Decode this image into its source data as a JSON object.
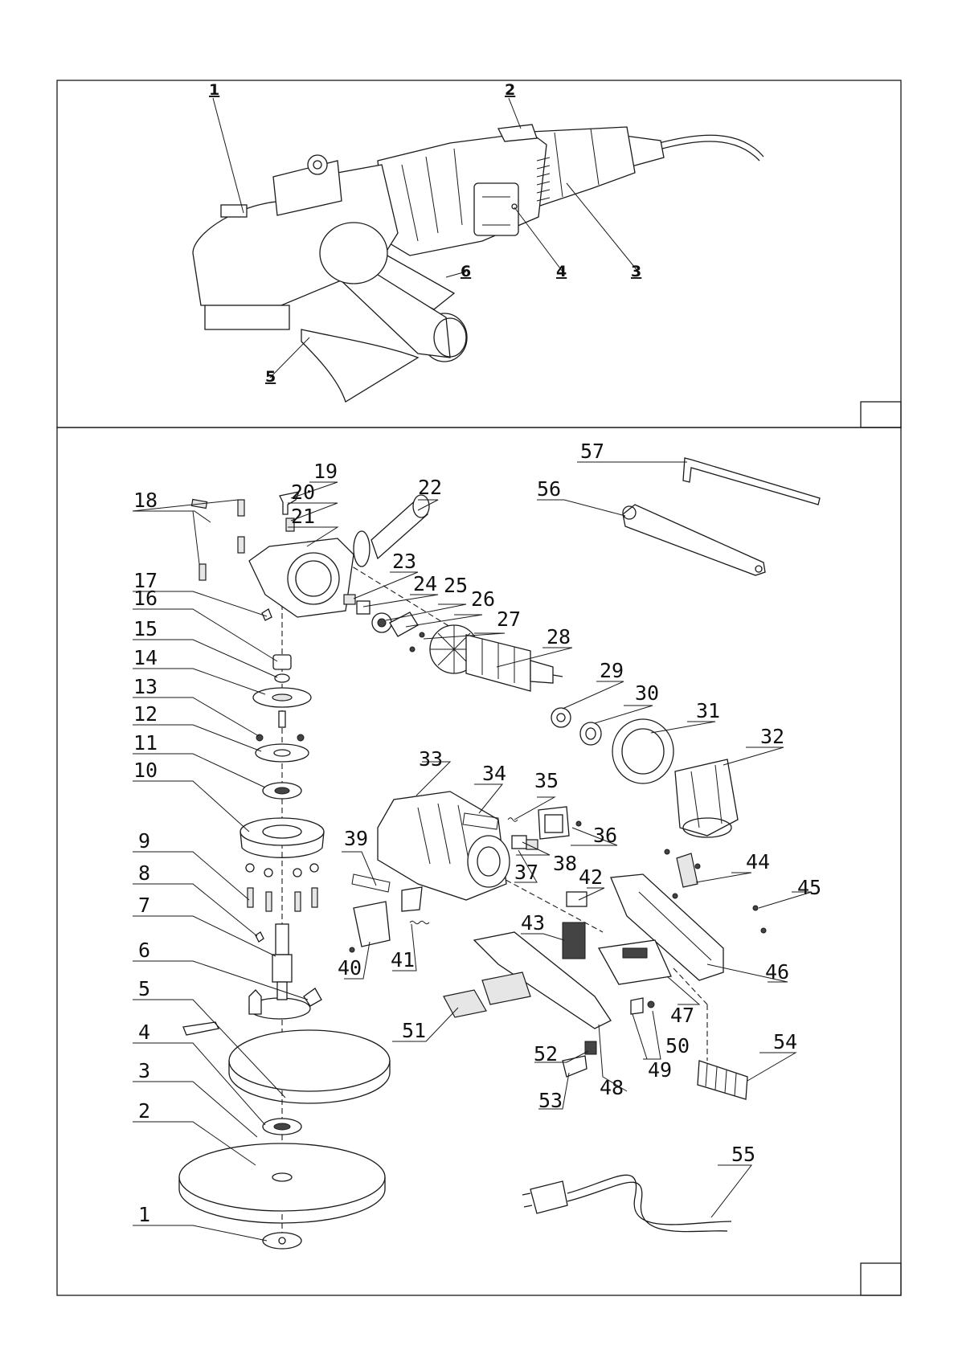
{
  "overview": {
    "callouts": [
      "1",
      "2",
      "3",
      "4",
      "5",
      "6"
    ]
  },
  "exploded": {
    "parts": [
      "1",
      "2",
      "3",
      "4",
      "5",
      "6",
      "7",
      "8",
      "9",
      "10",
      "11",
      "12",
      "13",
      "14",
      "15",
      "16",
      "17",
      "18",
      "19",
      "20",
      "21",
      "22",
      "23",
      "24",
      "25",
      "26",
      "27",
      "28",
      "29",
      "30",
      "31",
      "32",
      "33",
      "34",
      "35",
      "36",
      "37",
      "38",
      "39",
      "40",
      "41",
      "42",
      "43",
      "44",
      "45",
      "46",
      "47",
      "48",
      "49",
      "50",
      "51",
      "52",
      "53",
      "54",
      "55",
      "56",
      "57"
    ]
  }
}
